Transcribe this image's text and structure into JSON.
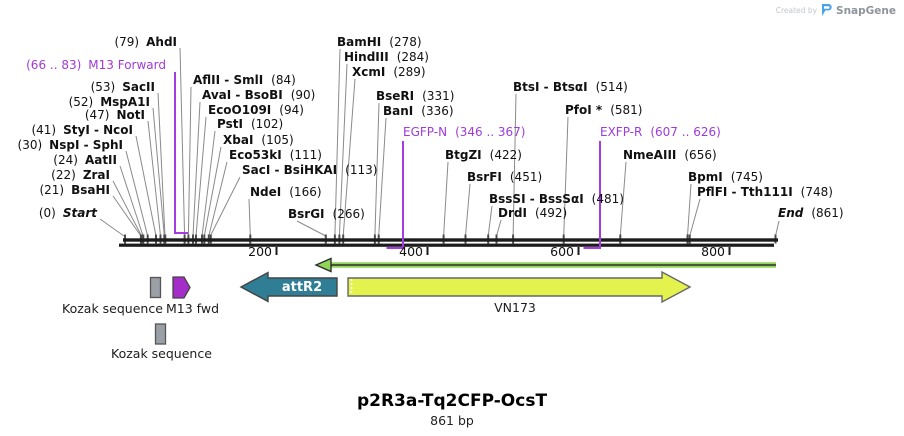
{
  "watermark": {
    "created_by": "Created by",
    "brand": "SnapGene"
  },
  "header": {
    "title": "p2R3a-Tq2CFP-OcsT",
    "subtitle": "861 bp"
  },
  "ruler": {
    "tick_labels": [
      "200",
      "400",
      "600",
      "800"
    ]
  },
  "sites": [
    {
      "num": "(79)",
      "name": "AhdI"
    },
    {
      "num": "(53)",
      "name": "SacII"
    },
    {
      "num": "(52)",
      "name": "MspA1I"
    },
    {
      "num": "(47)",
      "name": "NotI"
    },
    {
      "num": "(41)",
      "name": "StyI - NcoI"
    },
    {
      "num": "(30)",
      "name": "NspI - SphI"
    },
    {
      "num": "(24)",
      "name": "AatII"
    },
    {
      "num": "(22)",
      "name": "ZraI"
    },
    {
      "num": "(21)",
      "name": "BsaHI"
    },
    {
      "num": "(0)",
      "name": "Start"
    },
    {
      "num": "(84)",
      "name": "AflII - SmlI"
    },
    {
      "num": "(90)",
      "name": "AvaI - BsoBI"
    },
    {
      "num": "(94)",
      "name": "EcoO109I"
    },
    {
      "num": "(102)",
      "name": "PstI"
    },
    {
      "num": "(105)",
      "name": "XbaI"
    },
    {
      "num": "(111)",
      "name": "Eco53kI"
    },
    {
      "num": "(113)",
      "name": "SacI - BsiHKAI"
    },
    {
      "num": "(166)",
      "name": "NdeI"
    },
    {
      "num": "(266)",
      "name": "BsrGI"
    },
    {
      "num": "(278)",
      "name": "BamHI"
    },
    {
      "num": "(284)",
      "name": "HindIII"
    },
    {
      "num": "(289)",
      "name": "XcmI"
    },
    {
      "num": "(331)",
      "name": "BseRI"
    },
    {
      "num": "(336)",
      "name": "BanI"
    },
    {
      "num": "(422)",
      "name": "BtgZI"
    },
    {
      "num": "(451)",
      "name": "BsrFI"
    },
    {
      "num": "(481)",
      "name": "BssSI - BssSαI"
    },
    {
      "num": "(492)",
      "name": "DrdI"
    },
    {
      "num": "(514)",
      "name": "BtsI - BtsαI"
    },
    {
      "num": "(581)",
      "name": "PfoI *"
    },
    {
      "num": "(656)",
      "name": "NmeAIII"
    },
    {
      "num": "(745)",
      "name": "BpmI"
    },
    {
      "num": "(748)",
      "name": "PflFI - Tth111I"
    },
    {
      "num": "(861)",
      "name": "End"
    }
  ],
  "primers": [
    {
      "name": "M13 Forward",
      "range": "(66 .. 83)"
    },
    {
      "name": "EGFP-N",
      "range": "(346 .. 367)"
    },
    {
      "name": "EXFP-R",
      "range": "(607 .. 626)"
    }
  ],
  "features": [
    {
      "label": "Kozak sequence",
      "color": "#9aa0a6"
    },
    {
      "label": "M13 fwd",
      "color": "#a42cc8"
    },
    {
      "label": "attR2",
      "color": "#2f7e96"
    },
    {
      "label": "VN173",
      "color": "#e4f24e"
    },
    {
      "label": "Kozak sequence",
      "color": "#9aa0a6"
    }
  ],
  "colors": {
    "primer_purple": "#9f3bdb",
    "leader_gray": "#8a8a8a",
    "map_black": "#1c1c1c",
    "green_arrow": "#8fd557"
  }
}
